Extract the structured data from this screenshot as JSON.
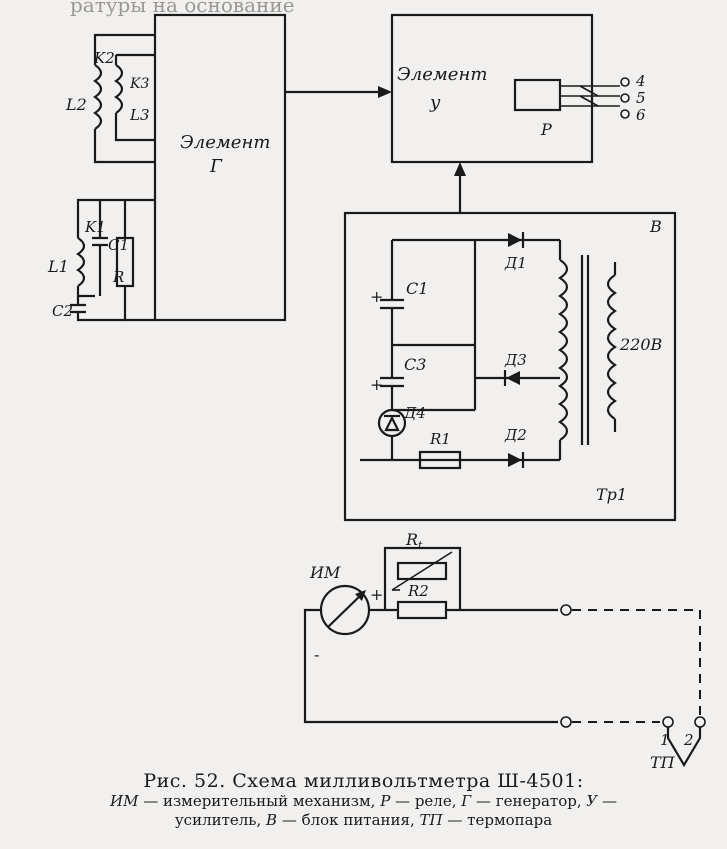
{
  "background_text": [
    "ратуры на основание",
    "Элемент Г",
    "Элемент у",
    "В",
    "220В",
    "ИМ",
    "ТП"
  ],
  "blocks": {
    "generator": {
      "name": "Элемент",
      "letter": "Г"
    },
    "amplifier": {
      "name": "Элемент",
      "letter": "у"
    },
    "power": {
      "letter": "В"
    }
  },
  "components": {
    "K2": "K2",
    "K3": "K3",
    "L2": "L2",
    "L3": "L3",
    "K1": "K1",
    "C1_gen": "C1",
    "L1": "L1",
    "C2": "C2",
    "R": "R",
    "P": "P",
    "out4": "4",
    "out5": "5",
    "out6": "6",
    "C1": "C1",
    "C3": "C3",
    "D1": "Д1",
    "D3": "Д3",
    "D4": "Д4",
    "D2": "Д2",
    "R1": "R1",
    "Tr1": "Тр1",
    "mains": "220В",
    "Rt": "R",
    "Rt_sub": "t",
    "R2": "R2",
    "IM": "ИМ",
    "plus_c1": "+",
    "plus_c3": "+",
    "plus_im": "+",
    "minus_im": "-",
    "term1": "1",
    "term2": "2",
    "TP": "ТП"
  },
  "caption": {
    "title": "Рис. 52. Схема милливольтметра Ш-4501:",
    "legend": [
      {
        "abbr": "ИМ",
        "text": " — измерительный механизм, "
      },
      {
        "abbr": "Р",
        "text": " — реле, "
      },
      {
        "abbr": "Г",
        "text": " — генератор, "
      },
      {
        "abbr": "У",
        "text": " —"
      },
      {
        "abbr": "",
        "text": "усилитель, "
      },
      {
        "abbr": "В",
        "text": " — блок питания, "
      },
      {
        "abbr": "ТП",
        "text": " — термопара"
      }
    ]
  }
}
